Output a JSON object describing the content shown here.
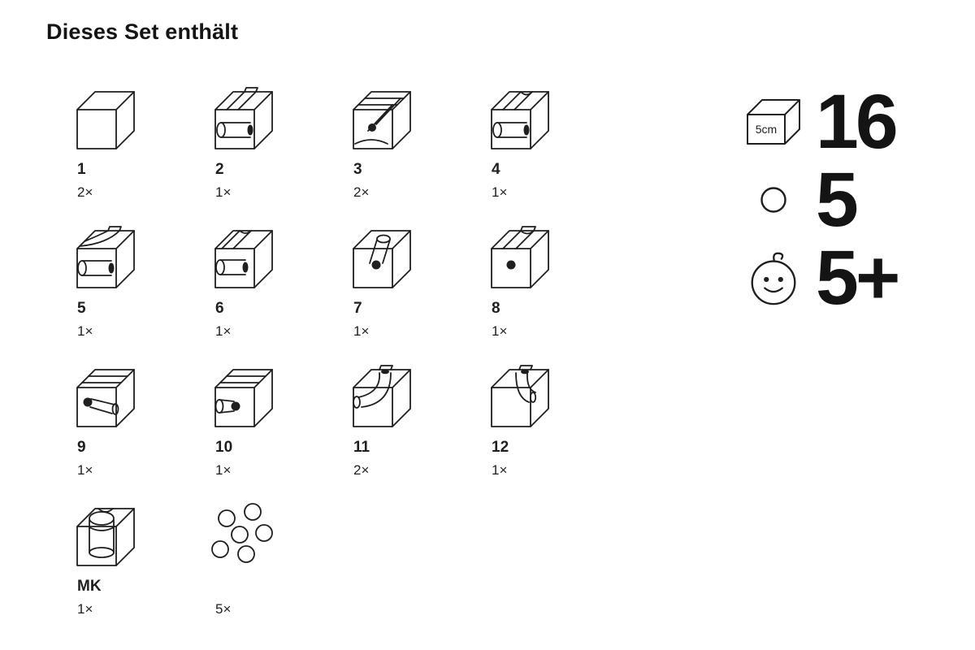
{
  "title": "Dieses Set enthält",
  "blocks": [
    {
      "id": "1",
      "count": "2×",
      "icon": "cube-plain"
    },
    {
      "id": "2",
      "count": "1×",
      "icon": "cube-straight-tunnel"
    },
    {
      "id": "3",
      "count": "2×",
      "icon": "cube-curve-with-tunnel"
    },
    {
      "id": "4",
      "count": "1×",
      "icon": "cube-channel-with-tunnel"
    },
    {
      "id": "5",
      "count": "1×",
      "icon": "cube-curve-channel-tunnel"
    },
    {
      "id": "6",
      "count": "1×",
      "icon": "cube-channel-side-tunnel"
    },
    {
      "id": "7",
      "count": "1×",
      "icon": "cube-top-hole-drop"
    },
    {
      "id": "8",
      "count": "1×",
      "icon": "cube-channel-front-exit"
    },
    {
      "id": "9",
      "count": "1×",
      "icon": "cube-groove-side-exit"
    },
    {
      "id": "10",
      "count": "1×",
      "icon": "cube-groove-front-exit"
    },
    {
      "id": "11",
      "count": "2×",
      "icon": "cube-inner-curve-left"
    },
    {
      "id": "12",
      "count": "1×",
      "icon": "cube-inner-curve-right"
    },
    {
      "id": "MK",
      "count": "1×",
      "icon": "cube-marble-catcher"
    },
    {
      "id": "",
      "count": "5×",
      "icon": "marbles"
    }
  ],
  "summary": [
    {
      "icon": "cube-size",
      "icon_label": "5cm",
      "value": "16"
    },
    {
      "icon": "marble",
      "value": "5"
    },
    {
      "icon": "age-smiley",
      "value": "5+"
    }
  ]
}
